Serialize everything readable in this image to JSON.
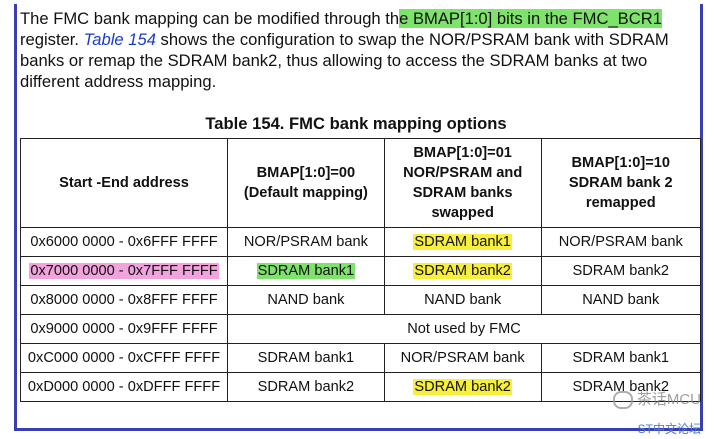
{
  "paragraph": {
    "part1": "The FMC bank mapping can be modified through th",
    "highlight": "e BMAP[1:0] bits in the FMC_BCR1",
    "part2": " register. ",
    "link": "Table 154",
    "part3": " shows the configuration to swap the NOR/PSRAM bank with SDRAM banks or remap the SDRAM bank2, thus allowing to access the SDRAM banks at two different address mapping."
  },
  "caption": "Table 154. FMC bank mapping options",
  "table": {
    "headers": [
      [
        "Start -End address"
      ],
      [
        "BMAP[1:0]=00",
        "(Default mapping)"
      ],
      [
        "BMAP[1:0]=01",
        "NOR/PSRAM and",
        "SDRAM banks",
        "swapped"
      ],
      [
        "BMAP[1:0]=10",
        "SDRAM bank 2",
        "remapped"
      ]
    ],
    "rows": [
      [
        "0x6000 0000 - 0x6FFF FFFF",
        "NOR/PSRAM bank",
        "SDRAM bank1",
        "NOR/PSRAM bank"
      ],
      [
        "0x7000 0000 - 0x7FFF FFFF",
        "SDRAM bank1",
        "SDRAM bank2",
        "SDRAM bank2"
      ],
      [
        "0x8000 0000 - 0x8FFF FFFF",
        "NAND bank",
        "NAND bank",
        "NAND bank"
      ],
      [
        "0x9000 0000 - 0x9FFF FFFF",
        "Not used by FMC"
      ],
      [
        "0xC000 0000 - 0xCFFF FFFF",
        "SDRAM bank1",
        "NOR/PSRAM bank",
        "SDRAM bank1"
      ],
      [
        "0xD000 0000 - 0xDFFF FFFF",
        "SDRAM bank2",
        "SDRAM bank2",
        "SDRAM bank2"
      ]
    ]
  },
  "colors": {
    "highlight_green": "#7ee36b",
    "highlight_yellow": "#f7ef3b",
    "highlight_pink": "#f2a3dd",
    "frame_blue": "#3a3fb0",
    "link_blue": "#1a3cc8"
  },
  "watermark": {
    "icon": "wechat-icon",
    "text": "茶话MCU",
    "sub": "ST中文论坛"
  }
}
